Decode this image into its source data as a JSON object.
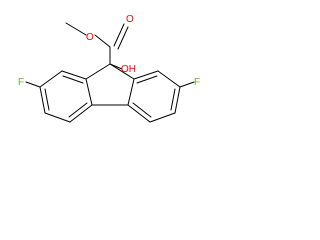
{
  "molecule": {
    "labels": {
      "carbonyl_o": "O",
      "ester_o": "O",
      "hydroxyl": "OH",
      "fluorine_left": "F",
      "fluorine_right": "F"
    },
    "colors": {
      "bond": "#000000",
      "oxygen": "#ff0000",
      "fluorine": "#6fb52c"
    }
  }
}
